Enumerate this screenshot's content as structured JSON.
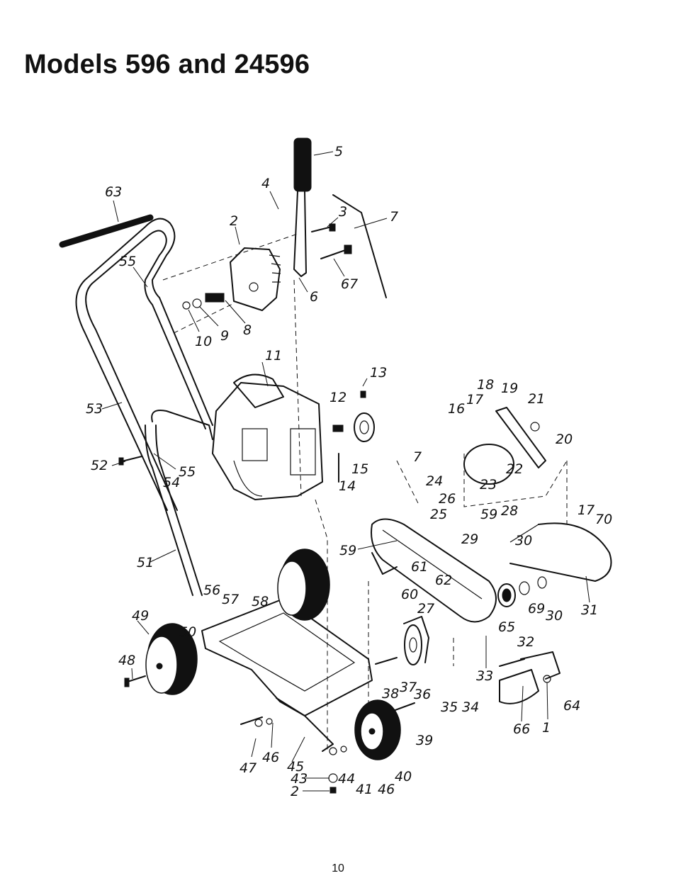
{
  "title": "Models 596 and 24596",
  "page_number": "10",
  "callouts": [
    "63",
    "4",
    "5",
    "2",
    "3",
    "7",
    "55",
    "67",
    "6",
    "10",
    "9",
    "8",
    "11",
    "13",
    "12",
    "18",
    "19",
    "21",
    "16",
    "17",
    "20",
    "53",
    "15",
    "7",
    "22",
    "52",
    "55",
    "54",
    "14",
    "23",
    "24",
    "26",
    "25",
    "28",
    "59",
    "17",
    "70",
    "59",
    "30",
    "51",
    "61",
    "62",
    "29",
    "56",
    "57",
    "58",
    "60",
    "27",
    "69",
    "30",
    "31",
    "49",
    "50",
    "65",
    "32",
    "48",
    "38",
    "37",
    "36",
    "35",
    "34",
    "33",
    "64",
    "47",
    "46",
    "39",
    "66",
    "1",
    "45",
    "43",
    "44",
    "41",
    "46",
    "40",
    "2"
  ]
}
